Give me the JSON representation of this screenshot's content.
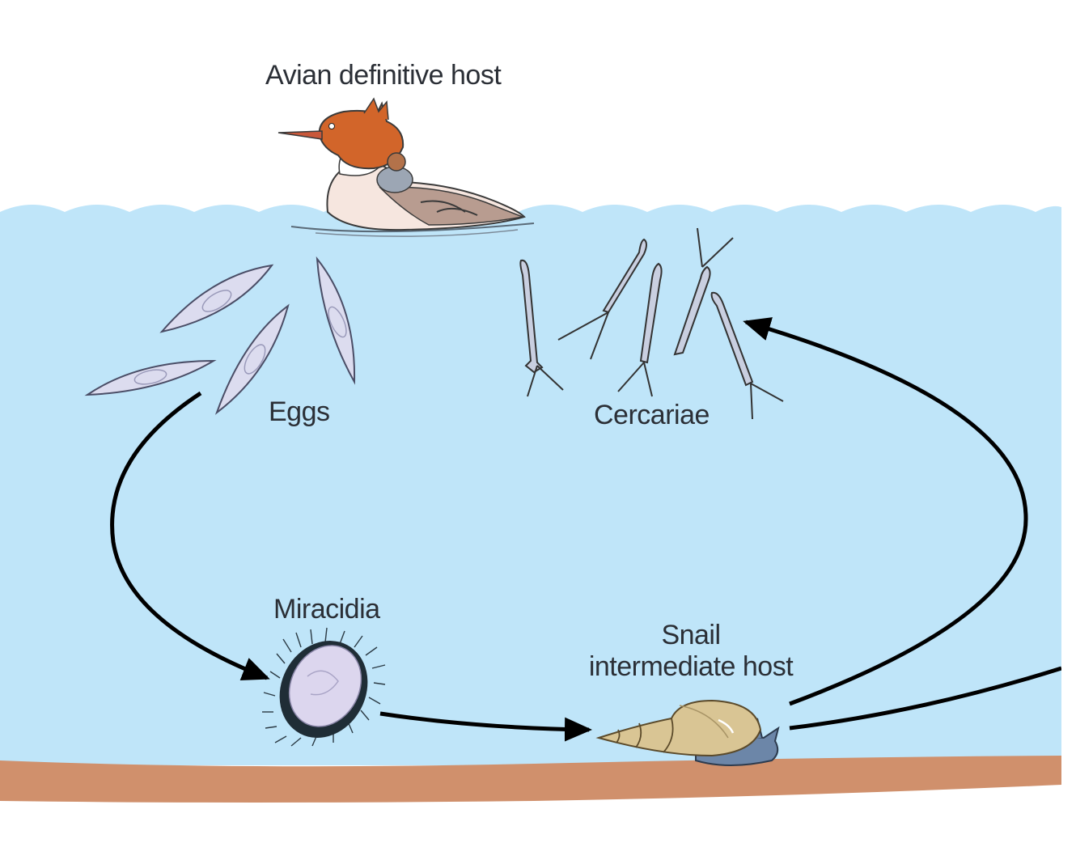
{
  "labels": {
    "avian_host": "Avian definitive host",
    "eggs": "Eggs",
    "cercariae": "Cercariae",
    "miracidia": "Miracidia",
    "snail_line1": "Snail",
    "snail_line2": "intermediate host"
  },
  "colors": {
    "water": "#bfe5f9",
    "sediment": "#d0906c",
    "arrow": "#000000",
    "egg_fill": "#dcdcef",
    "cercaria_fill": "#c9cfe0",
    "bird_head": "#d2652a",
    "snail_shell": "#d9c594",
    "snail_body": "#6c86a8"
  }
}
